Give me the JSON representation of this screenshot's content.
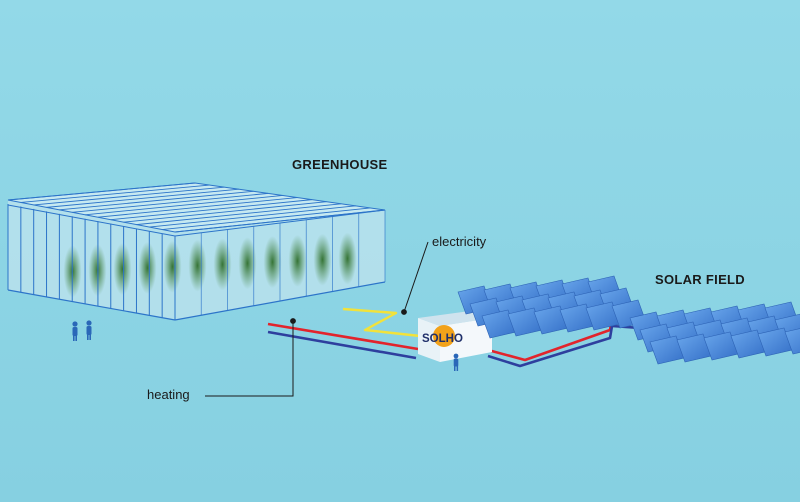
{
  "labels": {
    "greenhouse": "GREENHOUSE",
    "solar_field": "SOLAR FIELD",
    "electricity": "electricity",
    "heating": "heating",
    "brand": "SOLHO"
  },
  "colors": {
    "background": "#8fd6e6",
    "glass": "#bfe6f0",
    "frame": "#2c74c9",
    "plants": "#3f7a3a",
    "panel": "#3f7fd6",
    "pipe_red": "#e2242c",
    "pipe_blue": "#2e3f9e",
    "wire_yellow": "#f2e23a",
    "logo_orange": "#f2a21a"
  }
}
